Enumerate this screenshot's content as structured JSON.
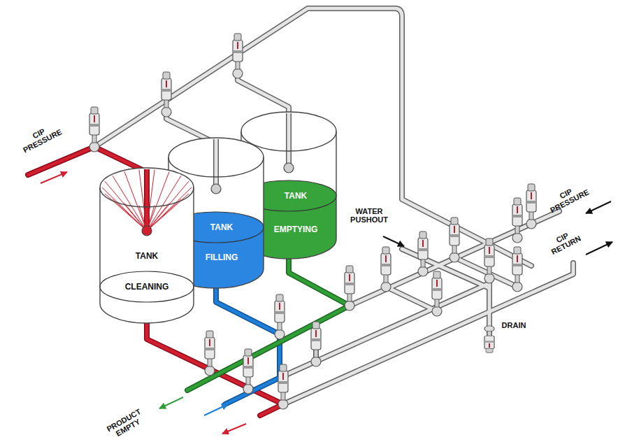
{
  "diagram": {
    "nodes": [
      {
        "text": [
          "TANK",
          "CLEANING"
        ]
      },
      {
        "text": [
          "TANK",
          "FILLING"
        ]
      },
      {
        "text": [
          "TANK",
          "EMPTYING"
        ]
      }
    ],
    "labels": [
      "CIP PRESSURE",
      "WATER PUSHOUT",
      "CIP PRESSURE",
      "CIP RETURN",
      "DRAIN",
      "PRODUCT EMPTY"
    ]
  }
}
